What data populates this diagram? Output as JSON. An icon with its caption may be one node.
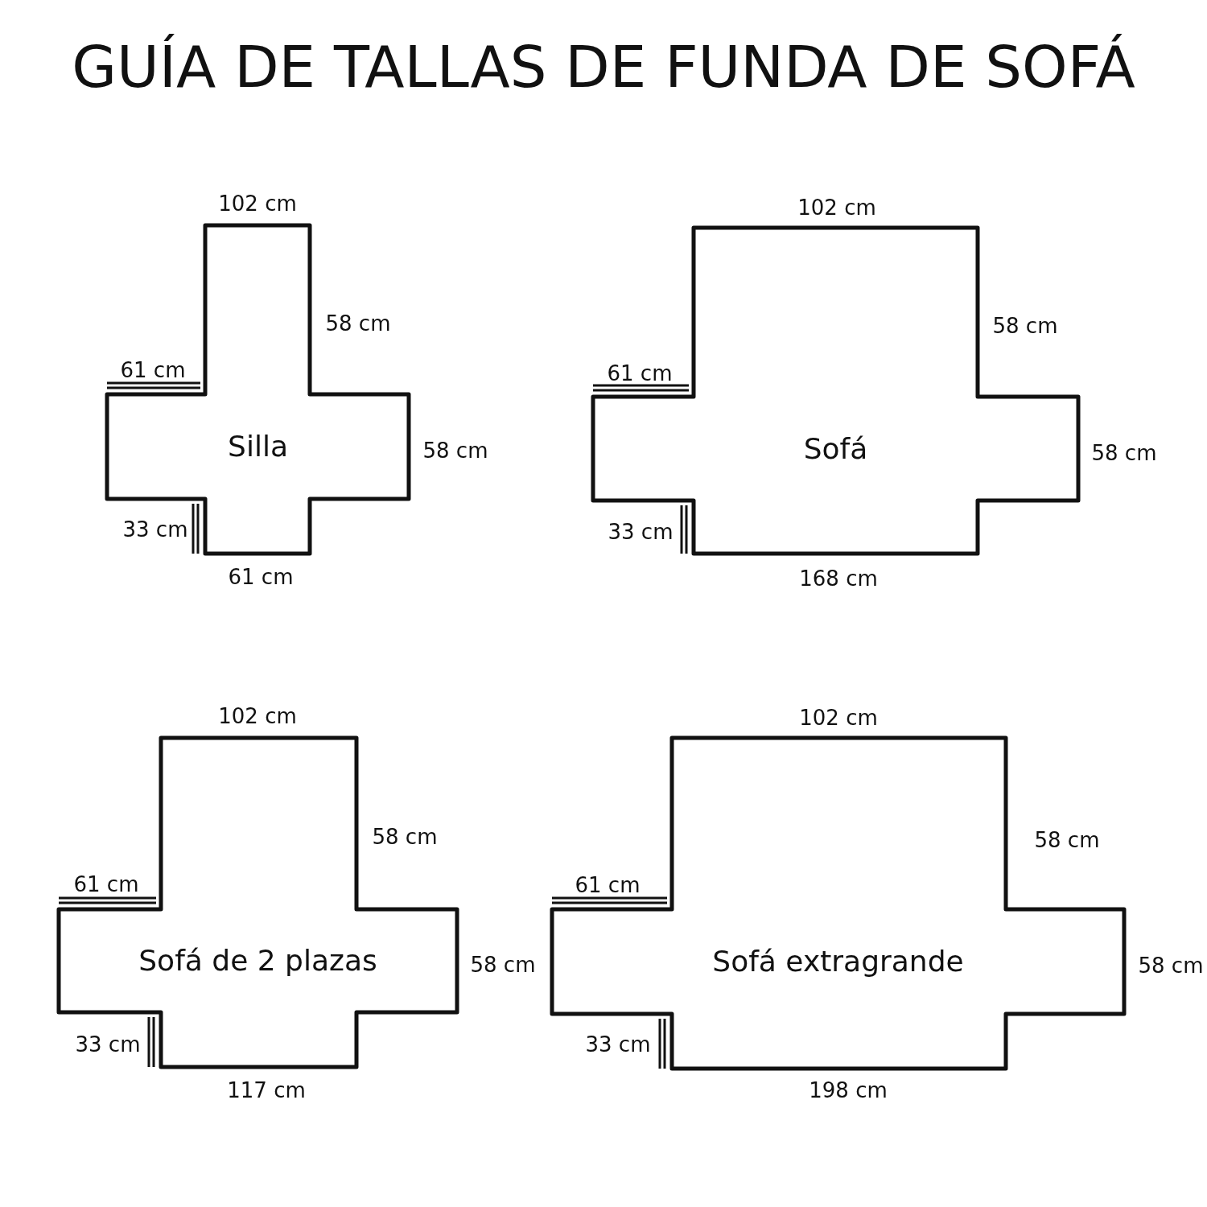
{
  "diagram": {
    "title": "GUÍA DE TALLAS DE FUNDA DE SOFÁ",
    "nodes": [
      {
        "text": [
          "Silla"
        ],
        "beside": [
          "102 cm",
          "58 cm",
          "61 cm",
          "58 cm",
          "33 cm",
          "61 cm"
        ]
      },
      {
        "text": [
          "Sofá"
        ],
        "beside": [
          "102 cm",
          "58 cm",
          "61 cm",
          "58 cm",
          "33 cm",
          "168 cm"
        ]
      },
      {
        "text": [
          "Sofá de 2 plazas"
        ],
        "beside": [
          "102 cm",
          "58 cm",
          "61 cm",
          "58 cm",
          "33 cm",
          "117 cm"
        ]
      },
      {
        "text": [
          "Sofá extragrande"
        ],
        "beside": [
          "102 cm",
          "58 cm",
          "61 cm",
          "58 cm",
          "33 cm",
          "198 cm"
        ]
      }
    ]
  }
}
